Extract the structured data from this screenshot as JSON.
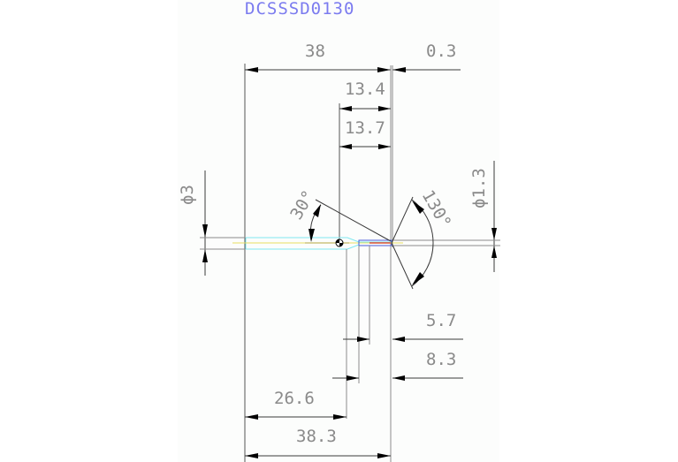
{
  "title": "DCSSSD0130",
  "colors": {
    "title": "#7b7bef",
    "dimension_text": "#8a8a8a",
    "tool_outline": "#7fe8f0",
    "centerline": "#e8e060",
    "tip_segment_blue": "#4a5ad8",
    "tip_segment_red": "#e05030",
    "background_panel": "#fcfdfc"
  },
  "dimensions": {
    "overall_length_top": "38",
    "tip_offset": "0.3",
    "step_length_1": "13.4",
    "step_length_2": "13.7",
    "shank_diameter": "ϕ3",
    "tip_diameter": "ϕ1.3",
    "chamfer_angle": "30°",
    "point_angle": "130°",
    "step_5_7": "5.7",
    "step_8_3": "8.3",
    "body_length": "26.6",
    "overall_length_bottom": "38.3"
  }
}
